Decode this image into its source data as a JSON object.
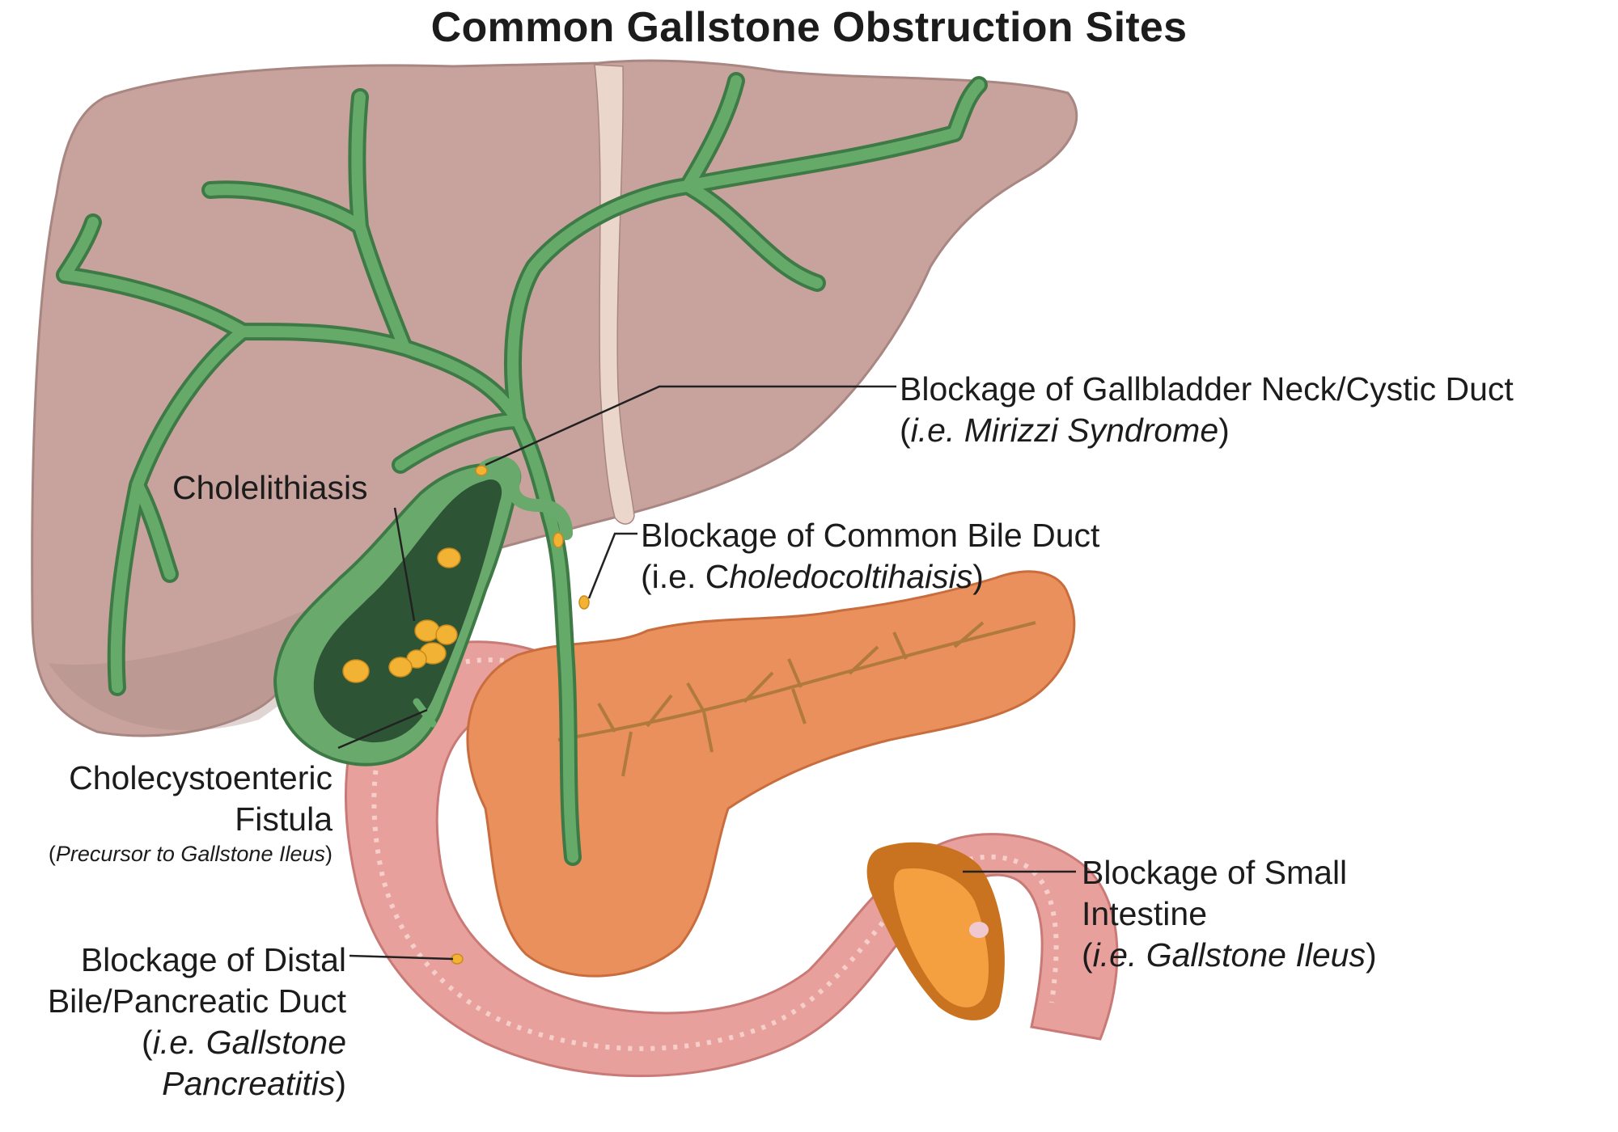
{
  "title": "Common Gallstone Obstruction Sites",
  "colors": {
    "liver": "#c8a39e",
    "liver_shadow": "#a88682",
    "ligament": "#ebd6cc",
    "bile_duct": "#66aa6a",
    "bile_duct_dark": "#3e7a45",
    "gallbladder": "#6aa96c",
    "gallbladder_inner": "#2d5535",
    "gallstone": "#f2b233",
    "pancreas": "#e9905c",
    "pancreatic_duct": "#b07a3c",
    "intestine": "#e8a09c",
    "intestine_inner": "#f6cfca",
    "ileus_stone": "#f5a040",
    "leader_line": "#222222"
  },
  "labels": {
    "cholelithiasis": "Cholelithiasis",
    "cystic_duct_line1": "Blockage of Gallbladder Neck/Cystic Duct",
    "cystic_duct_open": "(",
    "cystic_duct_italic": "i.e. Mirizzi Syndrome",
    "cystic_duct_close": ")",
    "cbd_line1": "Blockage of Common Bile Duct",
    "cbd_prefix": "(i.e. C",
    "cbd_italic": "holedocoltihaisis",
    "cbd_close": ")",
    "fistula_line1": "Cholecystoenteric",
    "fistula_line2": "Fistula",
    "fistula_open": "(",
    "fistula_italic": "Precursor to Gallstone Ileus",
    "fistula_close": ")",
    "distal_line1": "Blockage of Distal",
    "distal_line2": "Bile/Pancreatic Duct",
    "distal_open": "(",
    "distal_italic1": "i.e. Gallstone",
    "distal_italic2": "Pancreatitis",
    "distal_close": ")",
    "small_int_line1": "Blockage of Small",
    "small_int_line2": "Intestine",
    "small_int_open": "(",
    "small_int_italic": "i.e. Gallstone Ileus",
    "small_int_close": ")"
  }
}
